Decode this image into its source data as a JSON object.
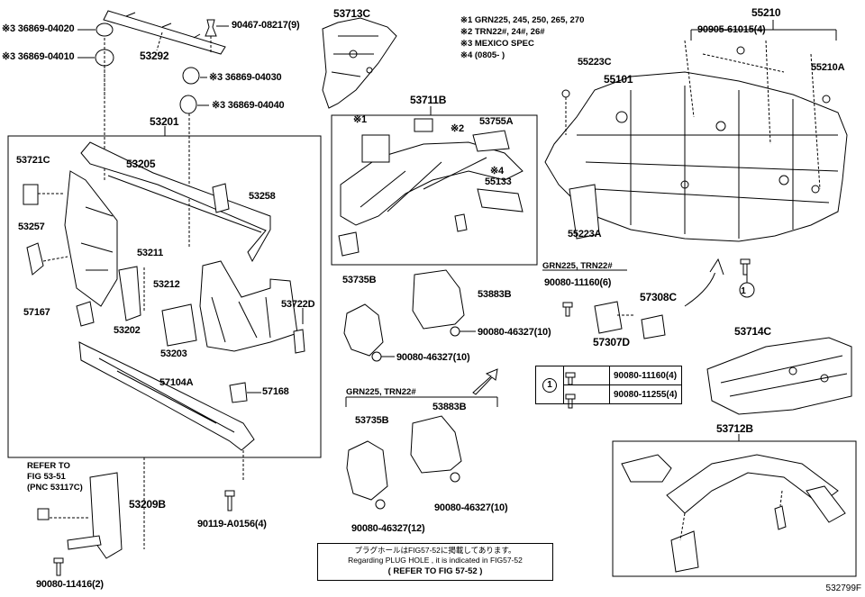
{
  "notes": [
    "※1 GRN225, 245, 250, 265, 270",
    "※2 TRN22#, 24#, 26#",
    "※3 MEXICO SPEC",
    "※4 (0805-      )"
  ],
  "labels": {
    "p_53713C": "53713C",
    "p_55210": "55210",
    "p_90905": "90905-61015(4)",
    "p_55223C": "55223C",
    "p_55210A": "55210A",
    "p_55101": "55101",
    "p_55223A": "55223A",
    "p_36869_04020": "※3 36869-04020",
    "p_36869_04010": "※3 36869-04010",
    "p_90467": "90467-08217(9)",
    "p_53292": "53292",
    "p_36869_04030": "※3 36869-04030",
    "p_36869_04040": "※3 36869-04040",
    "p_53201": "53201",
    "p_53711B": "53711B",
    "p_x1": "※1",
    "p_x2": "※2",
    "p_53755A": "53755A",
    "p_x4": "※4",
    "p_55133": "55133",
    "p_53721C": "53721C",
    "p_53205": "53205",
    "p_53258": "53258",
    "p_53257": "53257",
    "p_53211": "53211",
    "p_53212": "53212",
    "p_53722D": "53722D",
    "p_57167": "57167",
    "p_53202": "53202",
    "p_53203": "53203",
    "p_57104A": "57104A",
    "p_57168": "57168",
    "p_53735B_1": "53735B",
    "p_53883B_1": "53883B",
    "p_90080_46327_a": "90080-46327(10)",
    "p_90080_46327_b": "90080-46327(10)",
    "p_90080_11160": "90080-11160(6)",
    "p_57308C": "57308C",
    "p_57307D": "57307D",
    "p_circle1": "1",
    "p_53714C": "53714C",
    "p_53735B_2": "53735B",
    "p_53883B_2": "53883B",
    "p_90080_46327_c": "90080-46327(10)",
    "p_90080_46327_d": "90080-46327(12)",
    "p_53712B": "53712B",
    "p_53209B": "53209B",
    "p_90119": "90119-A0156(4)",
    "p_90080_11416": "90080-11416(2)"
  },
  "groups": {
    "grn_top": "GRN225, TRN22#",
    "grn_mid": "GRN225, TRN22#"
  },
  "refer": {
    "line1": "REFER TO",
    "line2": "FIG 53-51",
    "line3": "(PNC 53117C)"
  },
  "table": {
    "circle": "1",
    "rows": [
      {
        "part": "90080-11160(4)"
      },
      {
        "part": "90080-11255(4)"
      }
    ]
  },
  "plug": {
    "jp": "プラグホールはFIG57-52に掲載してあります。",
    "en": "Regarding PLUG HOLE , it is indicated in FIG57-52",
    "ref": "(    REFER TO FIG 57-52    )"
  },
  "catalog_id": "532799F"
}
